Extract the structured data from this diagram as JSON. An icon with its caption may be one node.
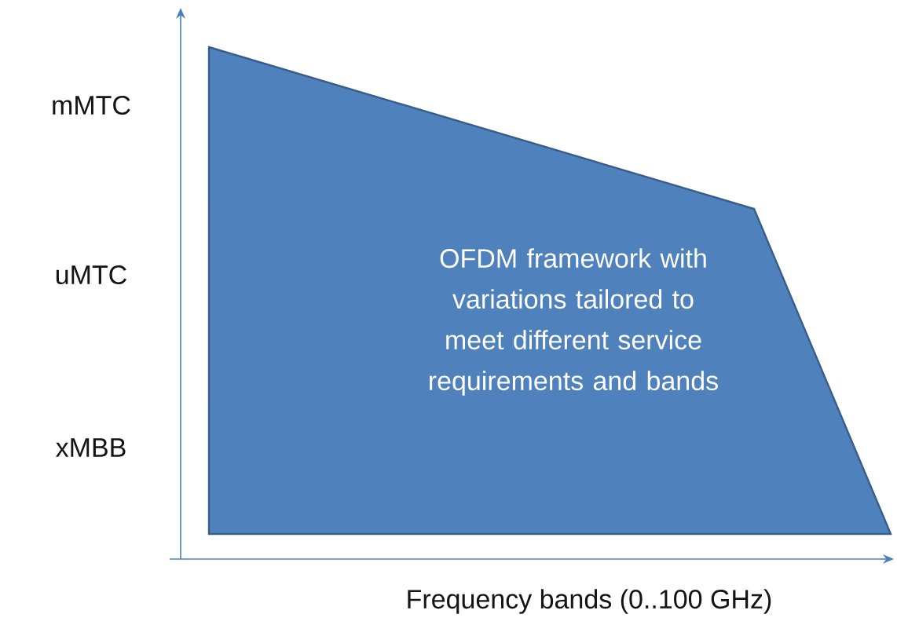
{
  "diagram": {
    "nodes": [
      {
        "text": [
          "OFDM framework with variations tailored to meet different service requirements and bands"
        ]
      }
    ],
    "labels": [
      "mMTC",
      "uMTC",
      "xMBB",
      "Frequency bands (0..100 GHz)"
    ]
  }
}
